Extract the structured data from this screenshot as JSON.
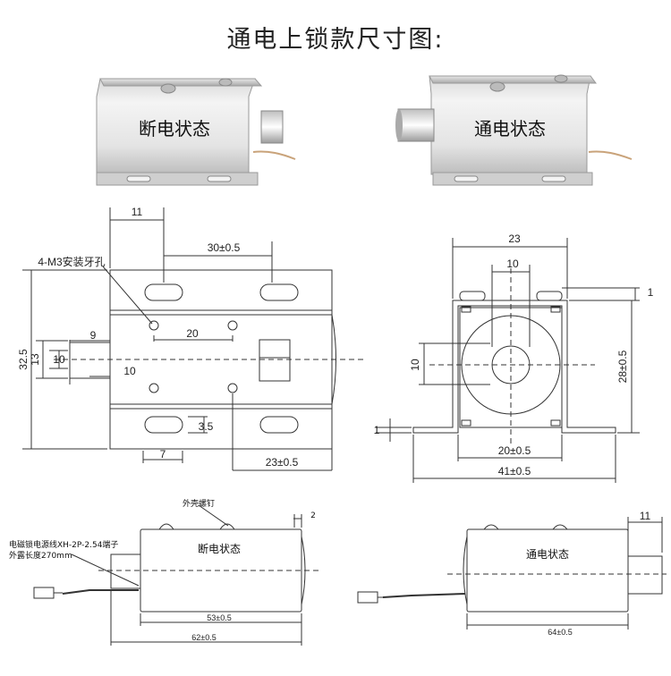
{
  "title": "通电上锁款尺寸图:",
  "photos": {
    "off_state": "断电状态",
    "on_state": "通电状态"
  },
  "top_view": {
    "hole_note": "4-M3安装牙孔",
    "dims": {
      "d11": "11",
      "d30": "30±0.5",
      "d20": "20",
      "d9": "9",
      "d10a": "10",
      "d10b": "10",
      "d13": "13",
      "d32_5": "32.5",
      "d3_5": "3.5",
      "d7": "7",
      "d23": "23±0.5"
    }
  },
  "end_view": {
    "dims": {
      "d23": "23",
      "d10top": "10",
      "d1top": "1",
      "d10left": "10",
      "d28": "28±0.5",
      "d1left": "1",
      "d20": "20±0.5",
      "d41": "41±0.5"
    }
  },
  "side_off": {
    "screw_note": "外壳螺钉",
    "d2": "2",
    "wire_note1": "电磁锁电源线XH-2P-2.54端子",
    "wire_note2": "外露长度270mm",
    "state": "断电状态",
    "d53": "53±0.5",
    "d62": "62±0.5"
  },
  "side_on": {
    "d11": "11",
    "state": "通电状态",
    "d64": "64±0.5"
  }
}
